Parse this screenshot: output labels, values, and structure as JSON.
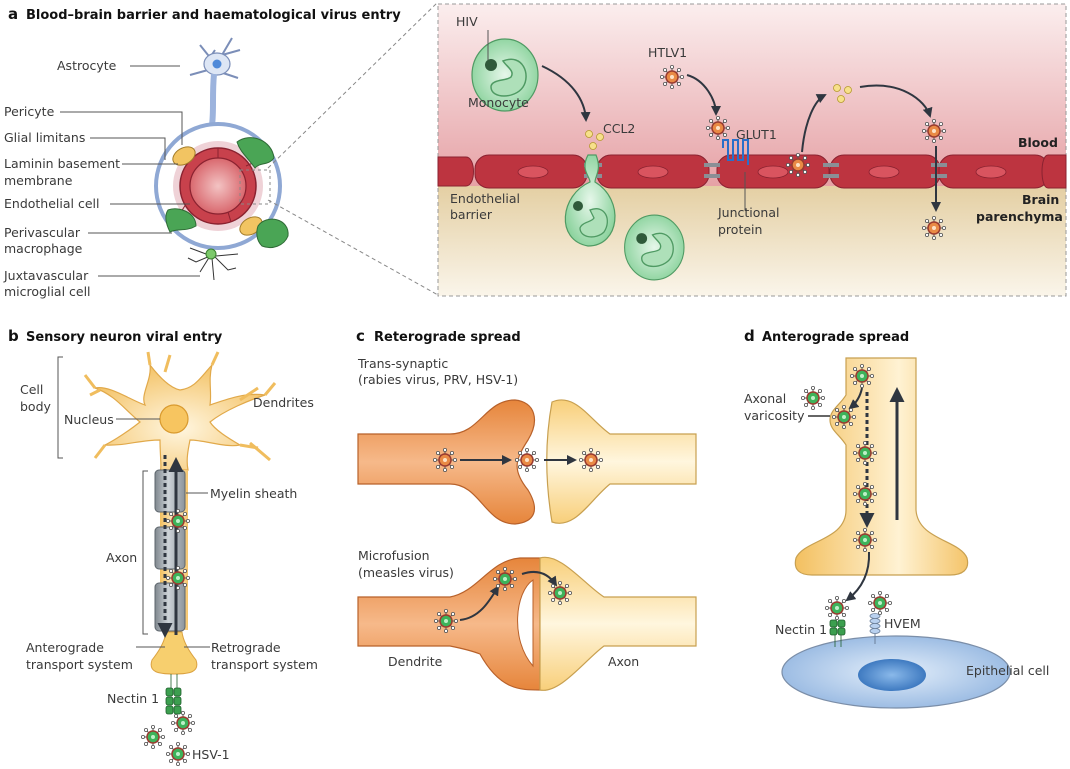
{
  "panels": {
    "a": {
      "letter": "a",
      "title": "Blood–brain barrier and haematological virus entry",
      "labels": {
        "astrocyte": "Astrocyte",
        "pericyte": "Pericyte",
        "glial_limitans": "Glial limitans",
        "laminin_1": "Laminin basement",
        "laminin_2": "membrane",
        "endothelial_cell": "Endothelial cell",
        "perivascular_1": "Perivascular",
        "perivascular_2": "macrophage",
        "juxtavascular_1": "Juxtavascular",
        "juxtavascular_2": "microglial cell"
      },
      "inset": {
        "hiv": "HIV",
        "monocyte": "Monocyte",
        "htlv1": "HTLV1",
        "ccl2": "CCL2",
        "glut1": "GLUT1",
        "blood": "Blood",
        "brain_1": "Brain",
        "brain_2": "parenchyma",
        "endothelial_1": "Endothelial",
        "endothelial_2": "barrier",
        "junctional_1": "Junctional",
        "junctional_2": "protein"
      }
    },
    "b": {
      "letter": "b",
      "title": "Sensory neuron viral entry",
      "labels": {
        "cell_1": "Cell",
        "cell_2": "body",
        "nucleus": "Nucleus",
        "dendrites": "Dendrites",
        "myelin": "Myelin sheath",
        "axon": "Axon",
        "antero_1": "Anterograde",
        "antero_2": "transport system",
        "retro_1": "Retrograde",
        "retro_2": "transport system",
        "nectin": "Nectin 1",
        "hsv": "HSV-1"
      }
    },
    "c": {
      "letter": "c",
      "title": "Reterograde spread",
      "labels": {
        "trans_1": "Trans-synaptic",
        "trans_2": "(rabies virus, PRV, HSV-1)",
        "micro_1": "Microfusion",
        "micro_2": "(measles virus)",
        "dendrite": "Dendrite",
        "axon": "Axon"
      }
    },
    "d": {
      "letter": "d",
      "title": "Anterograde spread",
      "labels": {
        "varicosity_1": "Axonal",
        "varicosity_2": "varicosity",
        "nectin": "Nectin 1",
        "hvem": "HVEM",
        "epithelial": "Epithelial cell"
      }
    }
  },
  "colors": {
    "blood_red": "#c23a45",
    "endothelium": "#b8323e",
    "parenchyma": "#e9d9b4",
    "monocyte_green": "#8fd3a0",
    "neuron_yellow": "#f7cf7a",
    "dendrite_orange": "#e9873e",
    "myelin_grey": "#9ea5ab",
    "virus_green": "#3db35a",
    "virus_orange": "#e07d3a",
    "epithelial_blue": "#8fb4e0",
    "arrow_dark": "#2f3640"
  }
}
